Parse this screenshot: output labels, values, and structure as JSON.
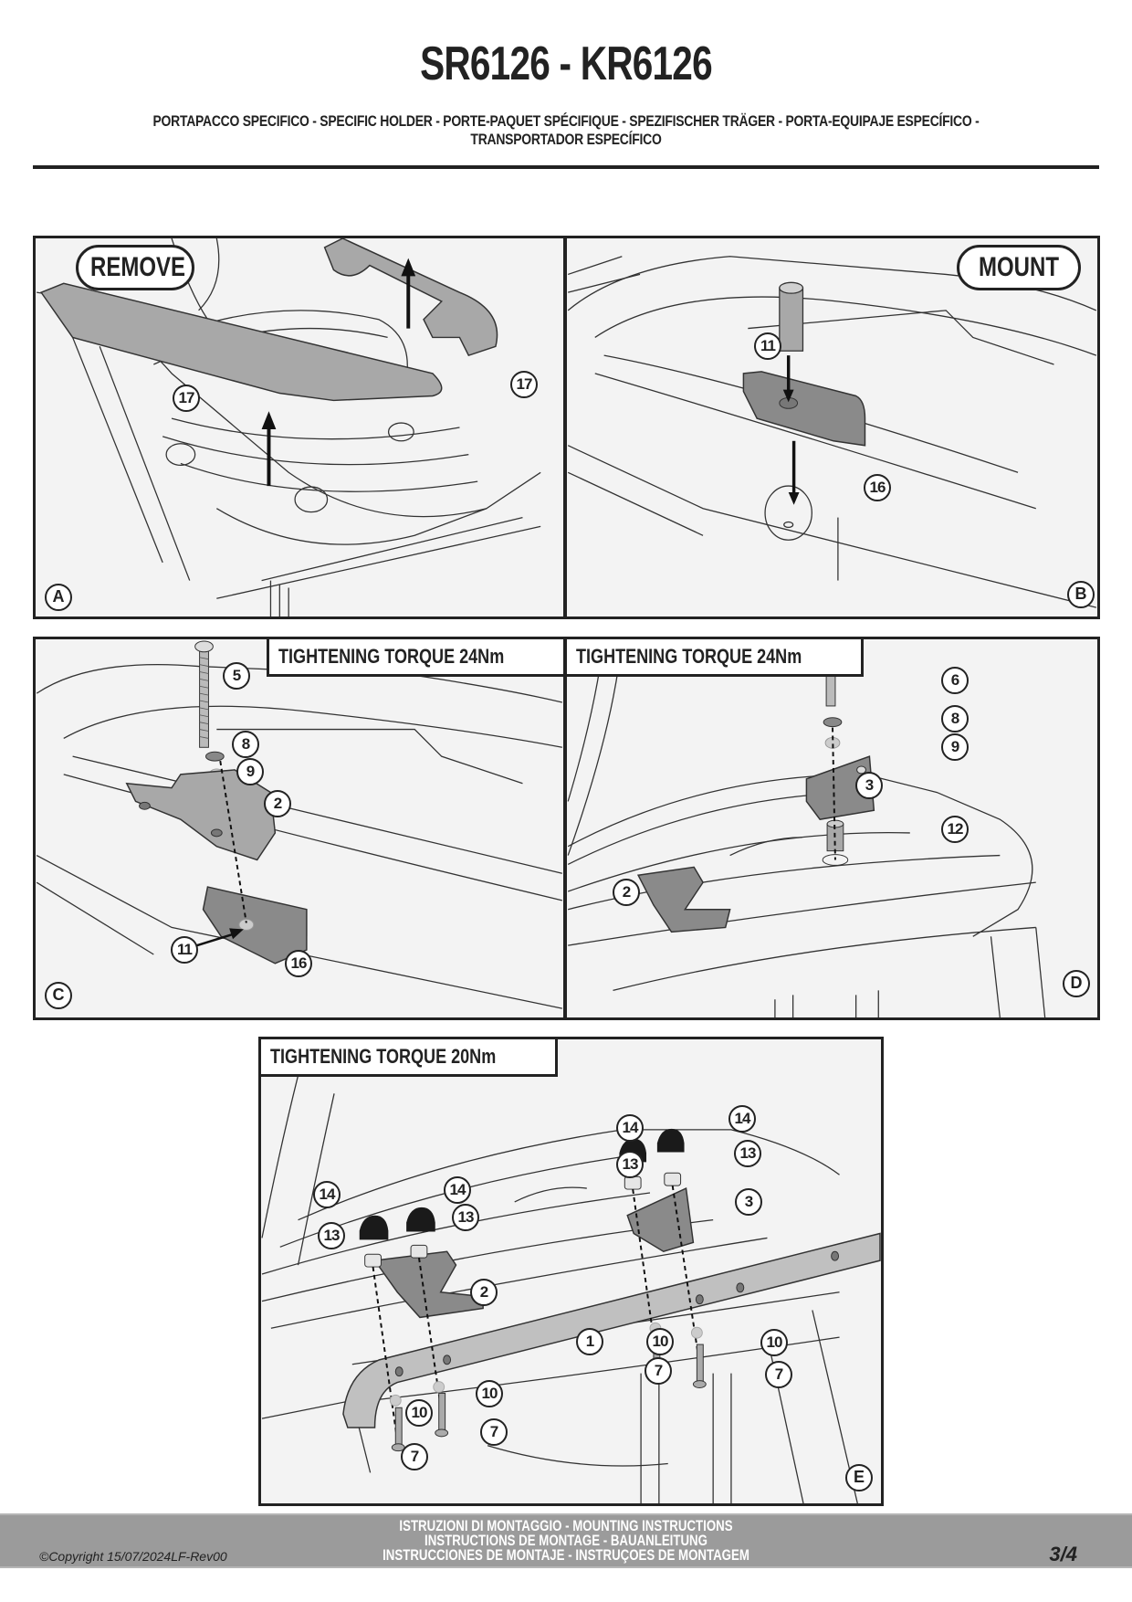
{
  "header": {
    "title": "SR6126 - KR6126",
    "subtitle": "PORTAPACCO SPECIFICO - SPECIFIC HOLDER - PORTE-PAQUET SPÉCIFIQUE - SPEZIFISCHER TRÄGER - PORTA-EQUIPAJE ESPECÍFICO - TRANSPORTADOR ESPECÍFICO"
  },
  "panels": {
    "a": {
      "step": "A",
      "action_label": "REMOVE",
      "callouts": [
        "17",
        "17"
      ]
    },
    "b": {
      "step": "B",
      "action_label": "MOUNT",
      "callouts": [
        "11",
        "16"
      ]
    },
    "c": {
      "step": "C",
      "torque_label": "TIGHTENING TORQUE 24Nm",
      "callouts": [
        "5",
        "8",
        "9",
        "2",
        "11",
        "16"
      ]
    },
    "d": {
      "step": "D",
      "torque_label": "TIGHTENING TORQUE 24Nm",
      "callouts": [
        "6",
        "8",
        "9",
        "3",
        "12",
        "2"
      ]
    },
    "e": {
      "step": "E",
      "torque_label": "TIGHTENING TORQUE 20Nm",
      "callouts": [
        "14",
        "14",
        "14",
        "14",
        "13",
        "13",
        "13",
        "13",
        "3",
        "2",
        "1",
        "10",
        "10",
        "10",
        "10",
        "7",
        "7",
        "7",
        "7"
      ]
    }
  },
  "footer": {
    "copyright": "©Copyright 15/07/2024LF-Rev00",
    "instructions": [
      "ISTRUZIONI DI MONTAGGIO  -  MOUNTING INSTRUCTIONS",
      "INSTRUCTIONS DE MONTAGE - BAUANLEITUNG",
      "INSTRUCCIONES DE MONTAJE - INSTRUÇOES DE MONTAGEM"
    ],
    "page": "3/4"
  },
  "colors": {
    "ink": "#222222",
    "part_fill": "#a8a8a8",
    "part_dark": "#8a8a8a",
    "footer_band": "#9b9b9b",
    "drawing_bg": "#f3f3f3"
  }
}
